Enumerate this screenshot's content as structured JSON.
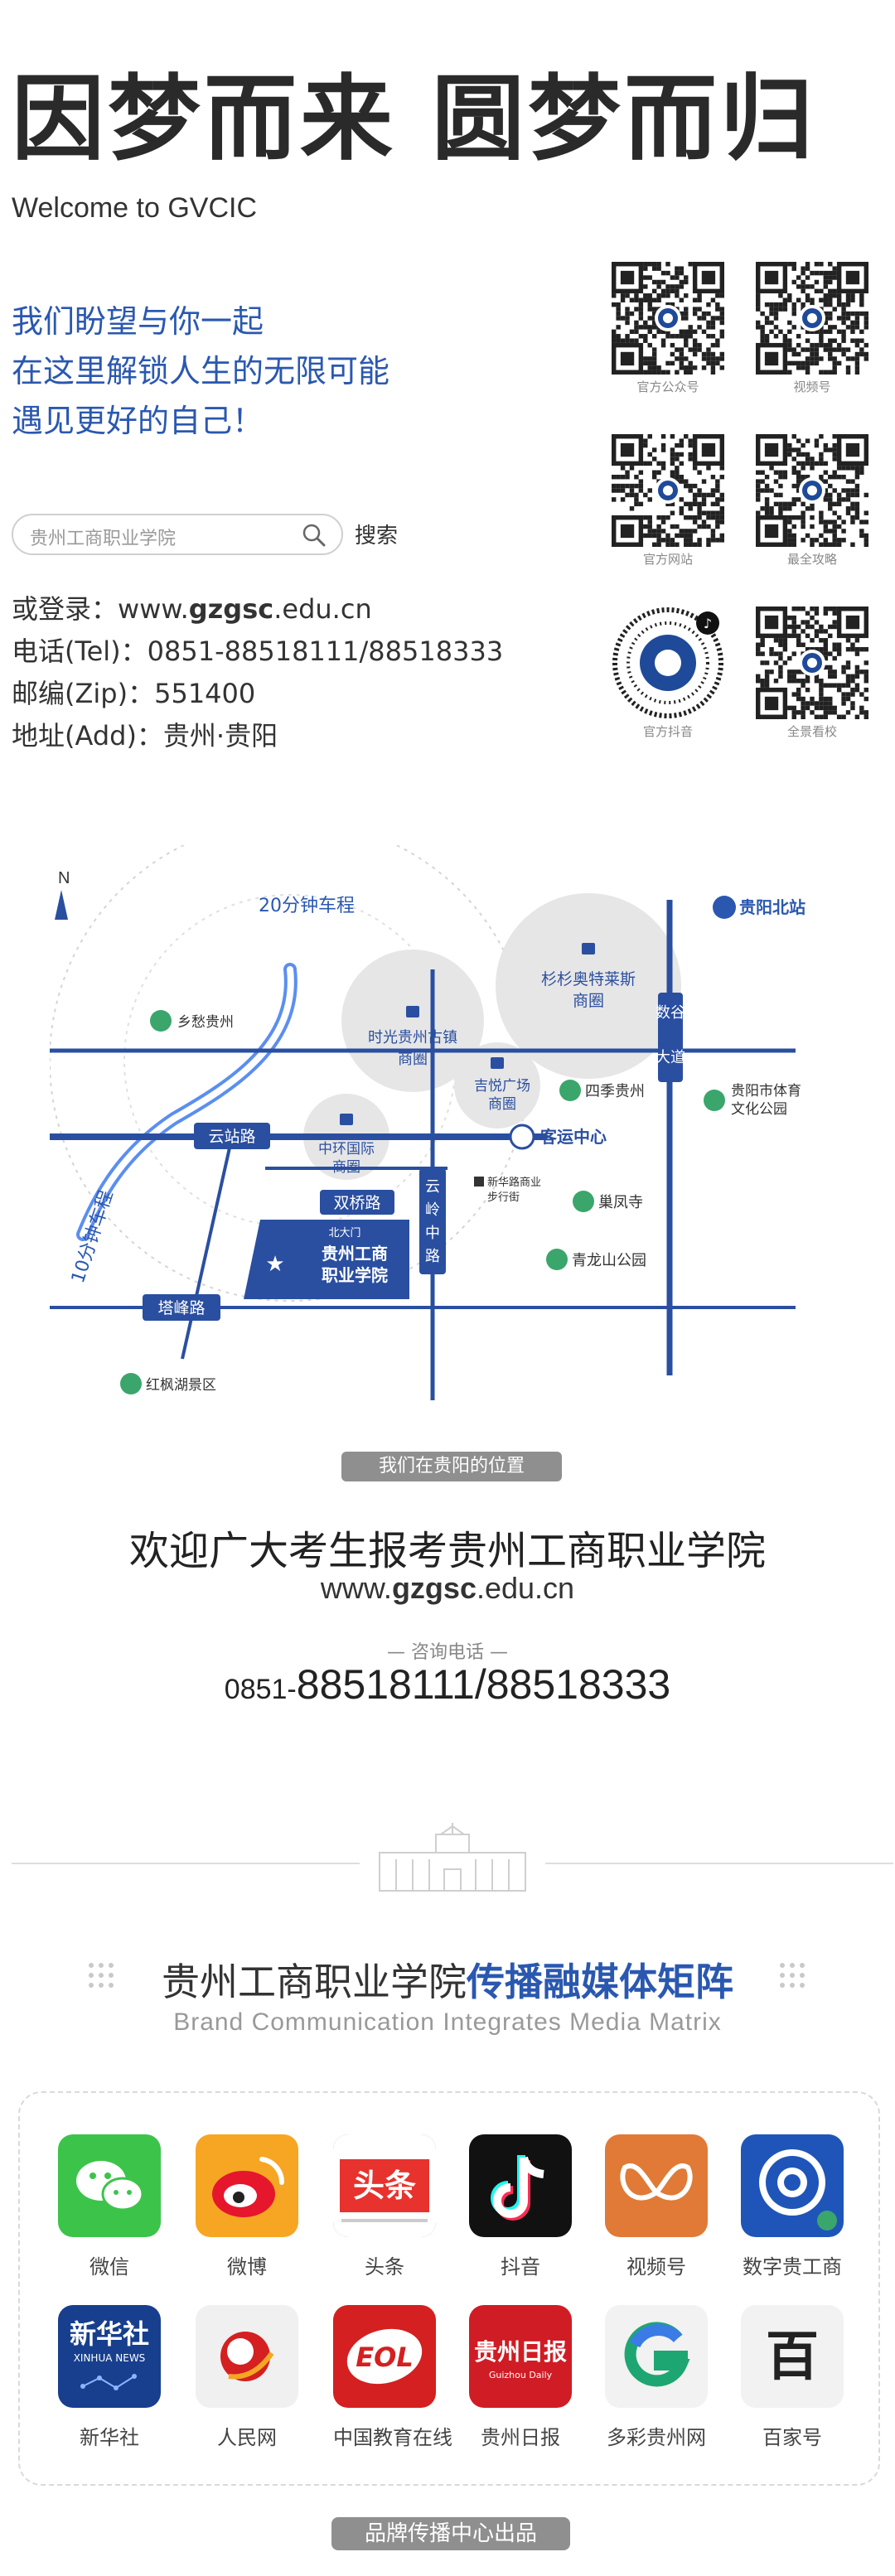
{
  "header": {
    "title": "因梦而来 圆梦而归",
    "subtitle": "Welcome to GVCIC"
  },
  "slogan": [
    "我们盼望与你一起",
    "在这里解锁人生的无限可能",
    "遇见更好的自己！"
  ],
  "search": {
    "placeholder": "贵州工商职业学院",
    "button": "搜索"
  },
  "contact": {
    "login_prefix": "或登录：",
    "site_pre": "www.",
    "site_bold": "gzgsc",
    "site_post": ".edu.cn",
    "tel": "电话(Tel)：0851-88518111/88518333",
    "zip": "邮编(Zip)：551400",
    "addr": "地址(Add)：贵州·贵阳"
  },
  "qr_codes": [
    {
      "label": "官方公众号"
    },
    {
      "label": "视频号"
    },
    {
      "label": "官方网站"
    },
    {
      "label": "最全攻略"
    },
    {
      "label": "官方抖音"
    },
    {
      "label": "全景看校"
    }
  ],
  "map": {
    "north": "N",
    "ring_20": "20分钟车程",
    "ring_10": "10分钟车程",
    "station": "贵阳北站",
    "xiangchou": "乡愁贵州",
    "shiguang": [
      "时光贵州古镇",
      "商圈"
    ],
    "shanshan": [
      "杉杉奥特莱斯",
      "商圈"
    ],
    "shuguda": [
      "数谷",
      "大道"
    ],
    "jiyue": [
      "吉悦广场",
      "商圈"
    ],
    "siji": "四季贵州",
    "tiyu": [
      "贵阳市体育",
      "文化公园"
    ],
    "yunzhan": "云站路",
    "keyun": "客运中心",
    "zhonghuan": [
      "中环国际",
      "商圈"
    ],
    "xinhua": [
      "新华路商业",
      "步行街"
    ],
    "chaofeng": "巢凤寺",
    "shuangqiao": "双桥路",
    "yunling": [
      "云",
      "岭",
      "中",
      "路"
    ],
    "campus_gate": "北大门",
    "campus": [
      "贵州工商",
      "职业学院"
    ],
    "qinglong": "青龙山公园",
    "tafeng": "塔峰路",
    "hongfeng": "红枫湖景区"
  },
  "map_caption": "我们在贵阳的位置",
  "welcome": "欢迎广大考生报考贵州工商职业学院",
  "site": {
    "pre": "www.",
    "bold": "gzgsc",
    "post": ".edu.cn"
  },
  "hotline": {
    "label": "— 咨询电话 —",
    "prefix": "0851-",
    "num1": "88518111",
    "sep": "/",
    "num2": "88518333"
  },
  "matrix": {
    "title_plain": "贵州工商职业学院",
    "title_hl": "传播融媒体矩阵",
    "subtitle": "Brand Communication Integrates Media Matrix"
  },
  "apps": [
    {
      "name": "微信",
      "icon": "wechat-icon",
      "color": "#3cc44a"
    },
    {
      "name": "微博",
      "icon": "weibo-icon",
      "color": "#f6a623"
    },
    {
      "name": "头条",
      "icon": "toutiao-icon",
      "color": "#e8322d"
    },
    {
      "name": "抖音",
      "icon": "douyin-icon",
      "color": "#111111"
    },
    {
      "name": "视频号",
      "icon": "channels-icon",
      "color": "#e07a36"
    },
    {
      "name": "数字贵工商",
      "icon": "digital-gzgsc-icon",
      "color": "#1f55b8"
    },
    {
      "name": "新华社",
      "icon": "xinhua-icon",
      "color": "#173f8e"
    },
    {
      "name": "人民网",
      "icon": "people-icon",
      "color": "#f0f0f0"
    },
    {
      "name": "中国教育在线",
      "icon": "eol-icon",
      "color": "#d42020"
    },
    {
      "name": "贵州日报",
      "icon": "guizhou-daily-icon",
      "color": "#d01c24"
    },
    {
      "name": "多彩贵州网",
      "icon": "gog-icon",
      "color": "#f2f2f2"
    },
    {
      "name": "百家号",
      "icon": "baijiahao-icon",
      "color": "#f2f2f2"
    }
  ],
  "app_tile_texts": {
    "toutiao": "头条",
    "xinhua_cn": "新华社",
    "xinhua_en": "XINHUA NEWS",
    "eol": "EOL",
    "gzdaily": "贵州日报",
    "gzdaily_en": "Guizhou Daily",
    "baijia": "百"
  },
  "footer": "品牌传播中心出品"
}
